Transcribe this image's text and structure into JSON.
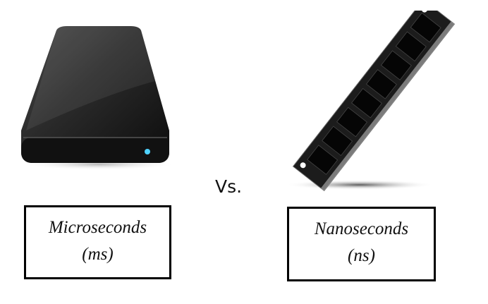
{
  "vs_label": "Vs.",
  "left": {
    "title": "Microseconds",
    "unit": "(ms)",
    "icon": "external-hard-drive-icon"
  },
  "right": {
    "title": "Nanoseconds",
    "unit": "(ns)",
    "icon": "ram-module-icon"
  },
  "colors": {
    "led": "#4fd3ff",
    "border": "#000000"
  }
}
